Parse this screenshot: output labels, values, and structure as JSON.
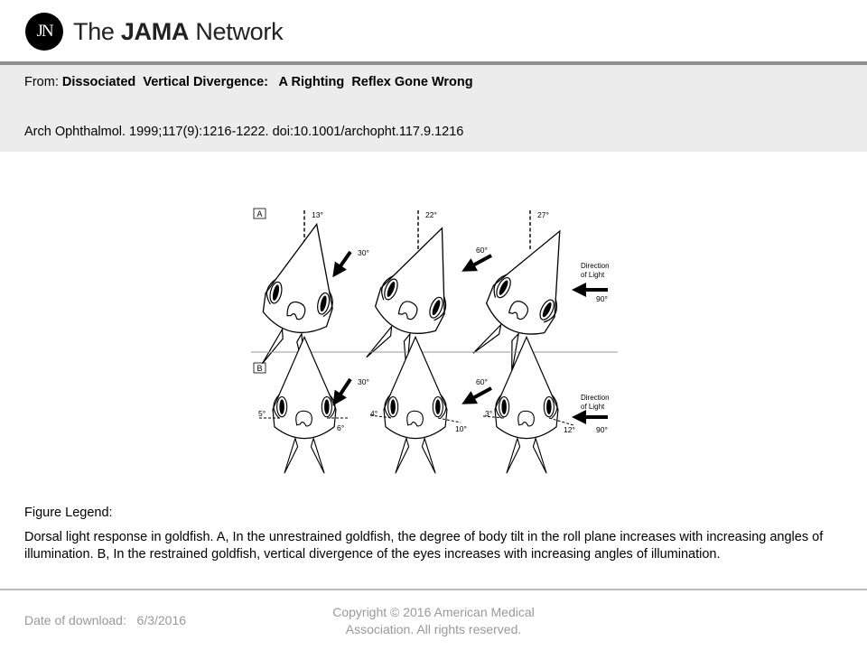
{
  "brand": {
    "mark": "JN",
    "name_prefix": "The ",
    "name_bold": "JAMA",
    "name_suffix": " Network"
  },
  "article": {
    "from_label": "From:",
    "title": "Dissociated  Vertical Divergence:   A Righting  Reflex Gone Wrong",
    "citation": "Arch Ophthalmol. 1999;117(9):1216-1222. doi:10.1001/archopht.117.9.1216"
  },
  "figure": {
    "panels": [
      {
        "label": "A",
        "fish": [
          {
            "tilt": "13°",
            "light": "30°"
          },
          {
            "tilt": "22°",
            "light": "60°"
          },
          {
            "tilt": "27°",
            "light": "90°",
            "direction_label": [
              "Direction",
              "of Light"
            ]
          }
        ]
      },
      {
        "label": "B",
        "fish": [
          {
            "left_eye": "5°",
            "right_eye": "6°",
            "light": "30°"
          },
          {
            "left_eye": "4°",
            "right_eye": "10°",
            "light": "60°"
          },
          {
            "left_eye": "3°",
            "right_eye": "12°",
            "light": "90°",
            "direction_label": [
              "Direction",
              "of Light"
            ]
          }
        ]
      }
    ]
  },
  "legend": {
    "title": "Figure Legend:",
    "text": "Dorsal light response in goldfish. A, In the unrestrained goldfish, the degree of body tilt in the roll plane increases with increasing angles of illumination. B, In the restrained goldfish, vertical divergence of the eyes increases with increasing angles of illumination."
  },
  "footer": {
    "download_label": "Date of download:",
    "download_date": "6/3/2016",
    "copyright_line1": "Copyright © 2016 American Medical",
    "copyright_line2": "Association. All rights reserved."
  }
}
